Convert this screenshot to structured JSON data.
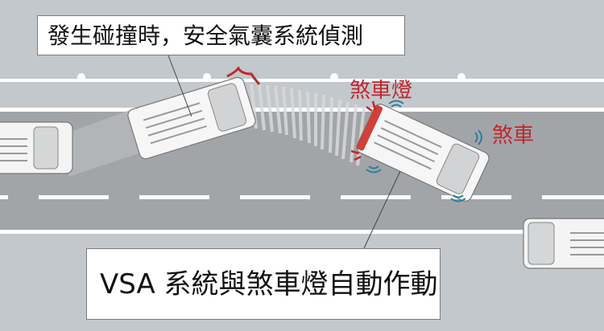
{
  "diagram": {
    "title": "Collision brake-assist illustration",
    "callouts": {
      "top": "發生碰撞時，安全氣囊系統偵測",
      "bottom": "VSA 系統與煞車燈自動作動"
    },
    "labels": {
      "brake_light": "煞車燈",
      "brake": "煞車"
    },
    "colors": {
      "background": "#c3c8cc",
      "road": "#a2a5a8",
      "lane_line": "#ffffff",
      "accent_red": "#c0272d",
      "signal_blue": "#2a7f9e",
      "callout_bg": "#ffffff"
    },
    "elements": [
      "car-left-partial",
      "car-colliding",
      "impact-mark",
      "impact-trajectory",
      "car-braking",
      "car-right-partial",
      "brake-signal-waves"
    ]
  }
}
